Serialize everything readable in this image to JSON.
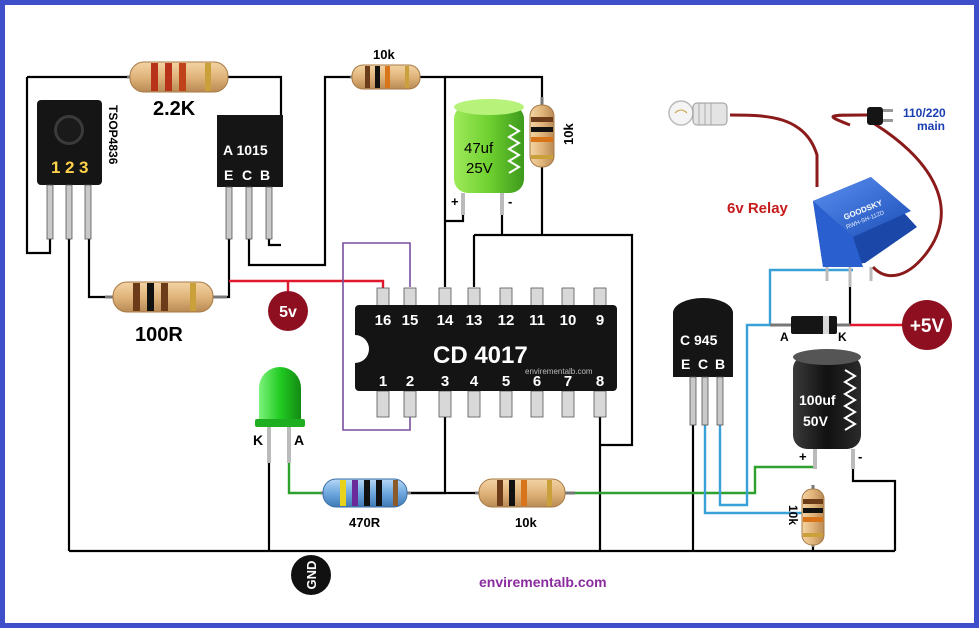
{
  "labels": {
    "r_2_2k": "2.2K",
    "r_10k_top": "10k",
    "r_10k_vert": "10k",
    "r_100r": "100R",
    "r_470r": "470R",
    "r_10k_bottom": "10k",
    "r_10k_right": "10k",
    "tsop": "TSOP4836",
    "tsop_pins": [
      "1",
      "2",
      "3"
    ],
    "a1015": "A 1015",
    "a1015_pins": [
      "E",
      "C",
      "B"
    ],
    "c945": "C 945",
    "c945_pins": [
      "E",
      "C",
      "B"
    ],
    "cap47_value": "47uf",
    "cap47_voltage": "25V",
    "cap47_plus": "+",
    "cap47_minus": "-",
    "cap100_value": "100uf",
    "cap100_voltage": "50V",
    "cap100_plus": "+",
    "cap100_minus": "-",
    "ic_name": "CD 4017",
    "ic_watermark": "envirementalb.com",
    "ic_top_pins": [
      "16",
      "15",
      "14",
      "13",
      "12",
      "11",
      "10",
      "9"
    ],
    "ic_bottom_pins": [
      "1",
      "2",
      "3",
      "4",
      "5",
      "6",
      "7",
      "8"
    ],
    "v5_badge": "5v",
    "plus5v_badge": "+5V",
    "gnd_badge": "GND",
    "relay_label": "6v Relay",
    "relay_brand": "GOODSKY",
    "relay_model": "RWH-SH-112D",
    "mains_line1": "110/220",
    "mains_line2": "main",
    "led_k": "K",
    "led_a": "A",
    "diode_a": "A",
    "diode_k": "K",
    "website": "envirementalb.com"
  },
  "colors": {
    "border": "#3e4fc9",
    "wire": "#000000",
    "red_wire": "#e0182e",
    "dark_red_wire": "#8b1a1a",
    "purple_wire": "#7a4e9e",
    "green_wire": "#2ea02e",
    "blue_wire": "#3aa0d8",
    "badge_red": "#8e1020",
    "led_green": "#28d828",
    "cap_green": "#7ad63a",
    "relay_blue": "#2f6bd6",
    "website_text": "#8a2c9e"
  }
}
